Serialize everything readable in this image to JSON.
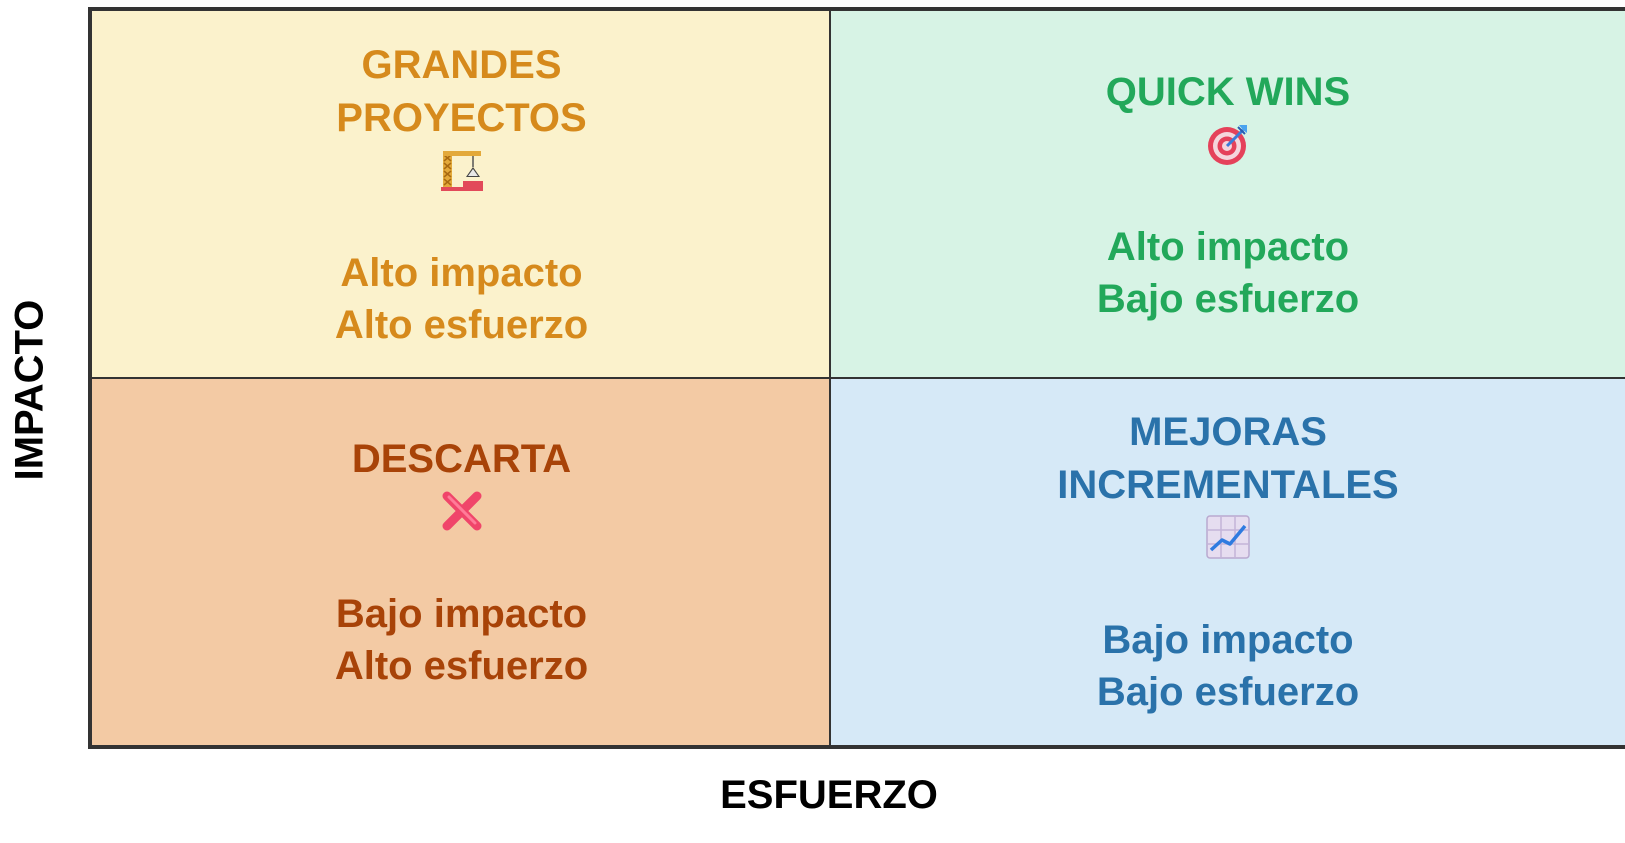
{
  "axes": {
    "y_label": "IMPACTO",
    "x_label": "ESFUERZO"
  },
  "quadrants": {
    "grandes_proyectos": {
      "title_line1": "GRANDES",
      "title_line2": "PROYECTOS",
      "icon": "construction-crane-icon",
      "desc_line1": "Alto impacto",
      "desc_line2": "Alto esfuerzo",
      "bg_color": "#fbf2cc",
      "text_color": "#d68a1c"
    },
    "quick_wins": {
      "title_line1": "QUICK WINS",
      "icon": "target-dart-icon",
      "desc_line1": "Alto impacto",
      "desc_line2": "Bajo esfuerzo",
      "bg_color": "#d7f3e5",
      "text_color": "#22a85a"
    },
    "descarta": {
      "title_line1": "DESCARTA",
      "icon": "cross-mark-icon",
      "desc_line1": "Bajo impacto",
      "desc_line2": "Alto esfuerzo",
      "bg_color": "#f3caa4",
      "text_color": "#a84308"
    },
    "mejoras_incrementales": {
      "title_line1": "MEJORAS",
      "title_line2": "INCREMENTALES",
      "icon": "chart-increasing-icon",
      "desc_line1": "Bajo impacto",
      "desc_line2": "Bajo esfuerzo",
      "bg_color": "#d6e9f7",
      "text_color": "#2a72aa"
    }
  }
}
